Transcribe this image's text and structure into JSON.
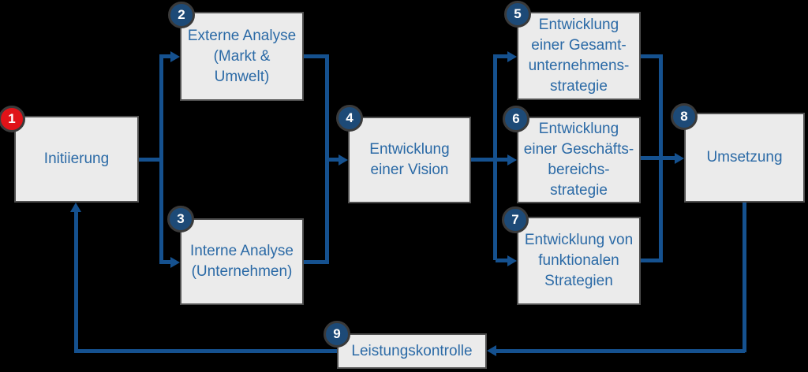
{
  "colors": {
    "background": "#000000",
    "box_fill": "#ebebeb",
    "box_border": "#4f4f4f",
    "line": "#15518f",
    "text": "#2b6aa6",
    "badge_fill": "#1d4a77",
    "badge_ring": "#3a3a3a",
    "badge_red": "#e01318",
    "badge_text": "#ffffff"
  },
  "nodes": [
    {
      "num": "1",
      "label": "Initiierung"
    },
    {
      "num": "2",
      "label": "Externe Analyse\n(Markt &\nUmwelt)"
    },
    {
      "num": "3",
      "label": "Interne Analyse\n(Unternehmen)"
    },
    {
      "num": "4",
      "label": "Entwicklung\neiner Vision"
    },
    {
      "num": "5",
      "label": "Entwicklung\neiner Gesamt-\nunternehmens-\nstrategie"
    },
    {
      "num": "6",
      "label": "Entwicklung\neiner Geschäfts-\nbereichs-\nstrategie"
    },
    {
      "num": "7",
      "label": "Entwicklung von\nfunktionalen\nStrategien"
    },
    {
      "num": "8",
      "label": "Umsetzung"
    },
    {
      "num": "9",
      "label": "Leistungskontrolle"
    }
  ]
}
